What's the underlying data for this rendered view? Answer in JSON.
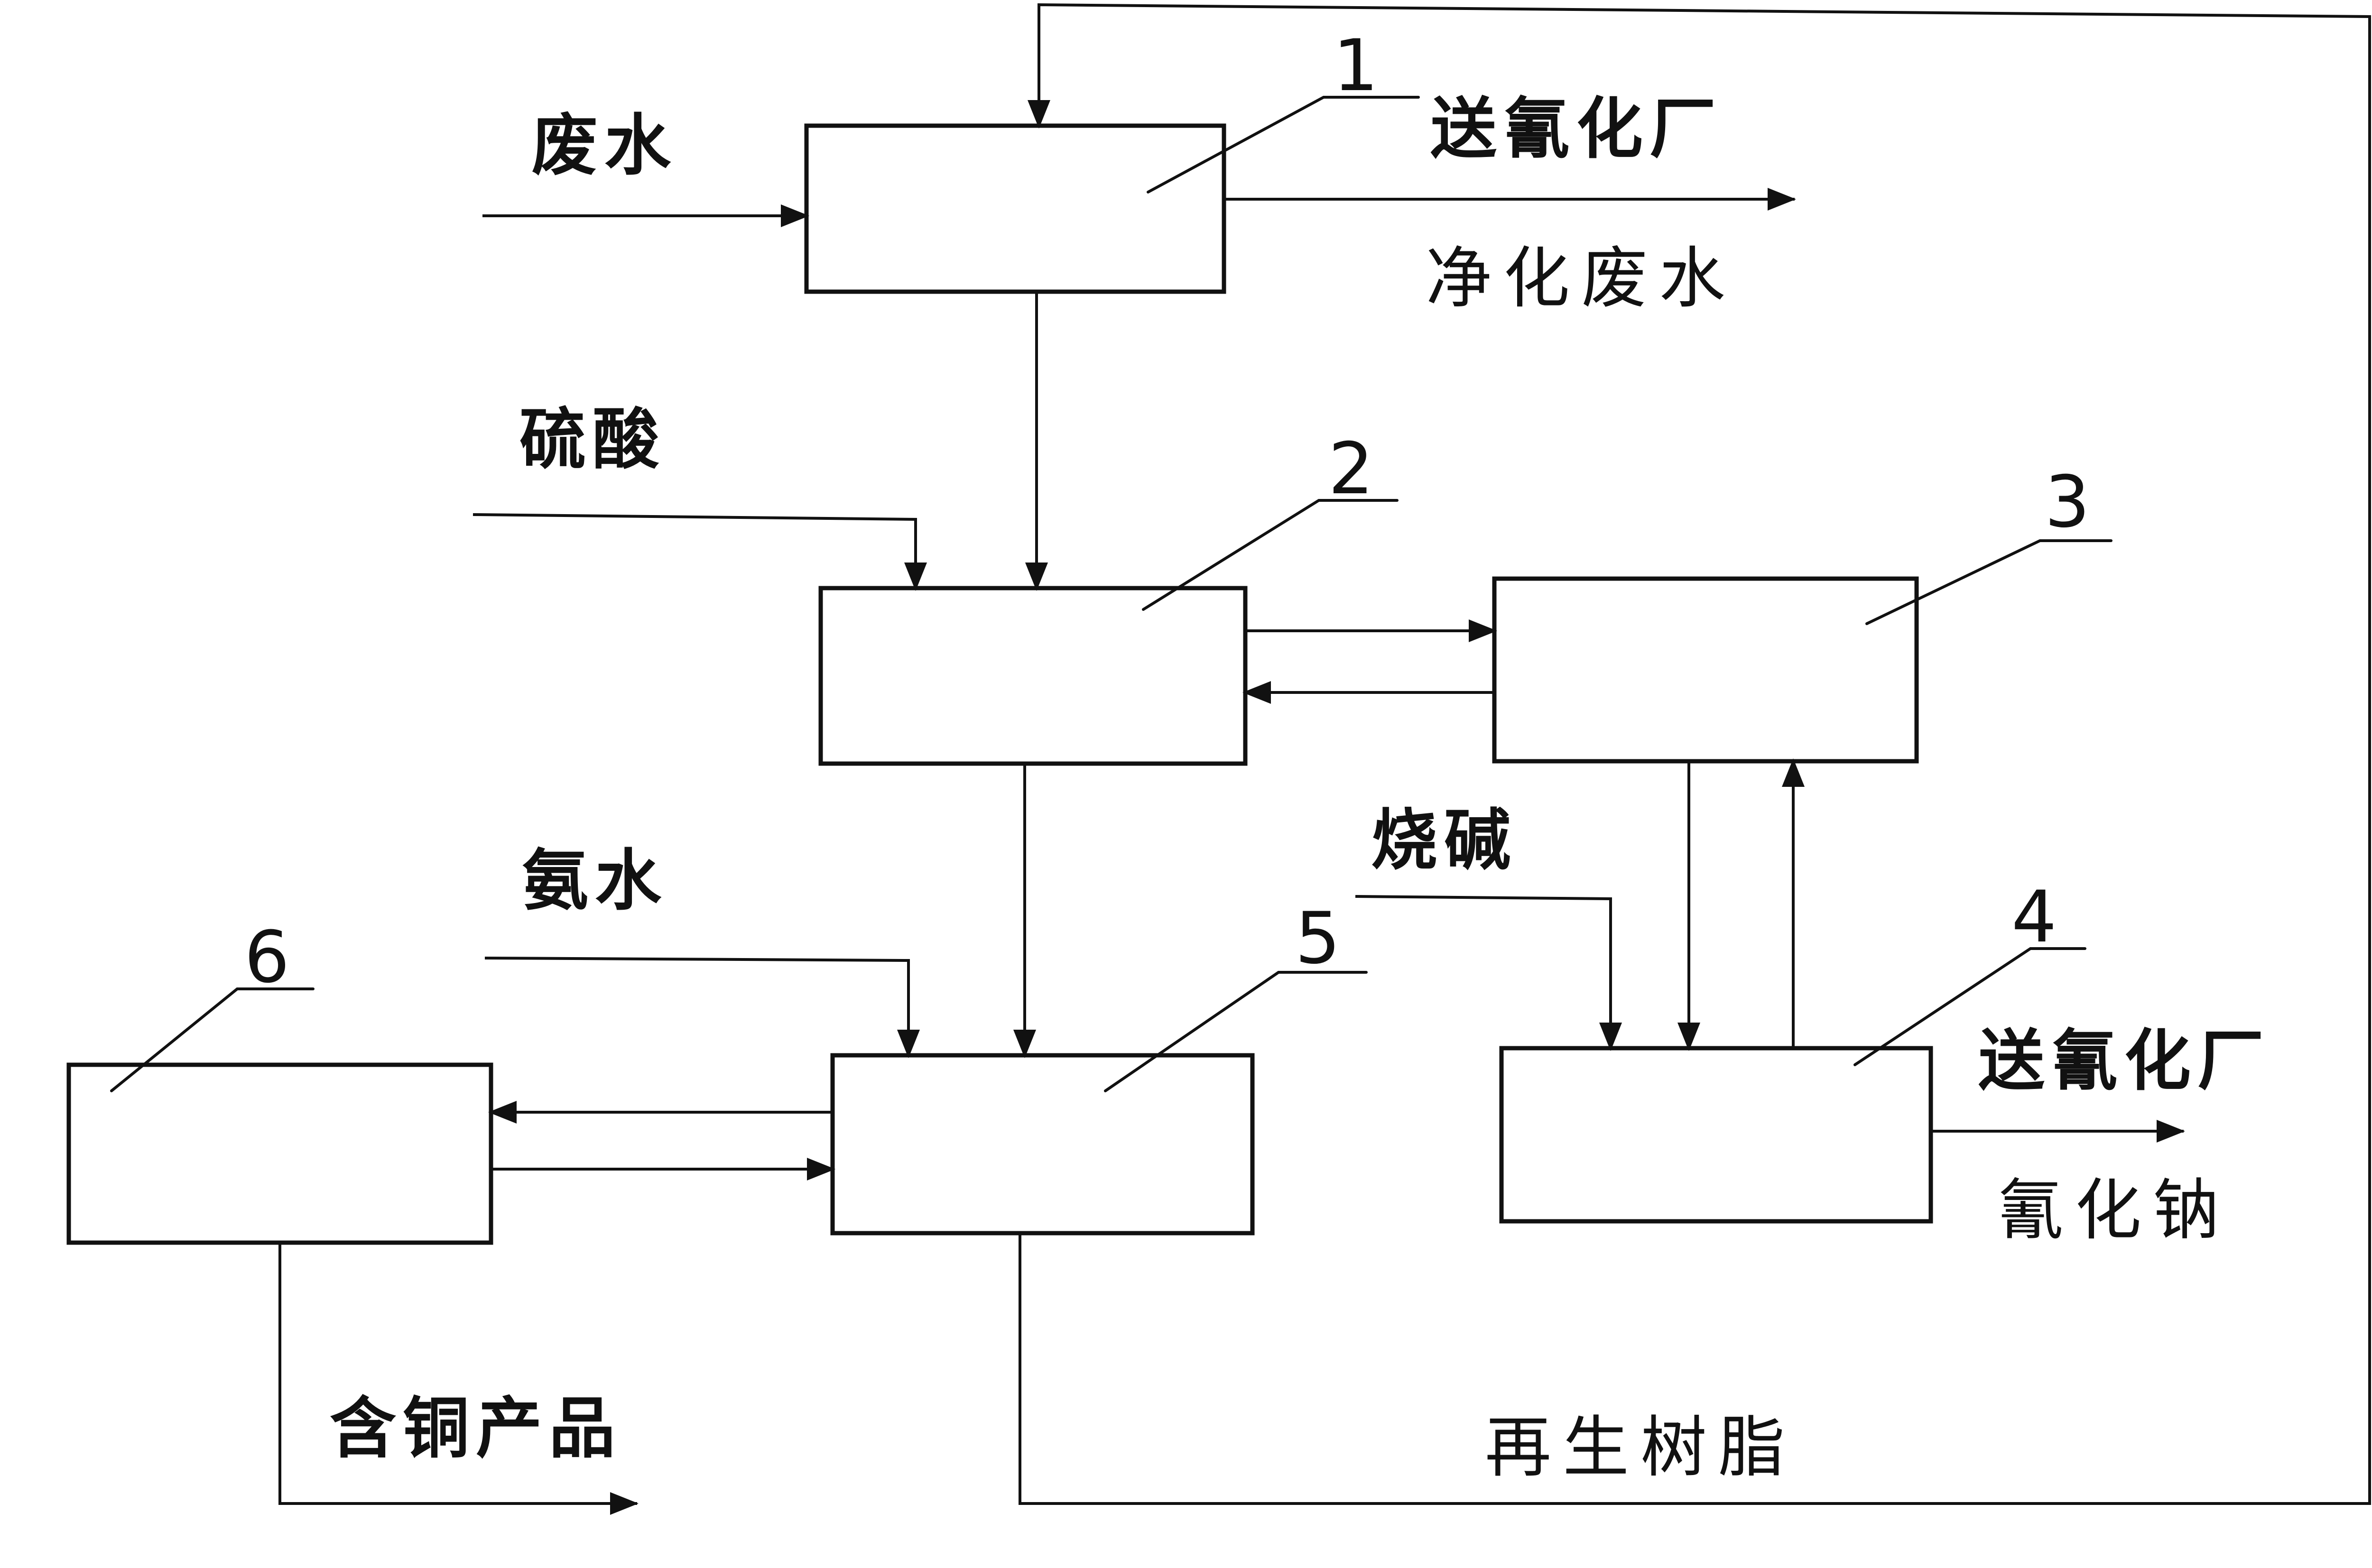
{
  "units": {
    "u1": "1",
    "u2": "2",
    "u3": "3",
    "u4": "4",
    "u5": "5",
    "u6": "6"
  },
  "labels": {
    "wastewater": "废水",
    "to_cyanide_plant_top": "送氰化厂",
    "purified_wastewater": "净化废水",
    "sulfuric_acid": "硫酸",
    "caustic_soda": "烧碱",
    "ammonia_water": "氨水",
    "to_cyanide_plant_right": "送氰化厂",
    "sodium_cyanide": "氰化钠",
    "copper_product": "含铜产品",
    "regenerated_resin": "再生树脂"
  }
}
